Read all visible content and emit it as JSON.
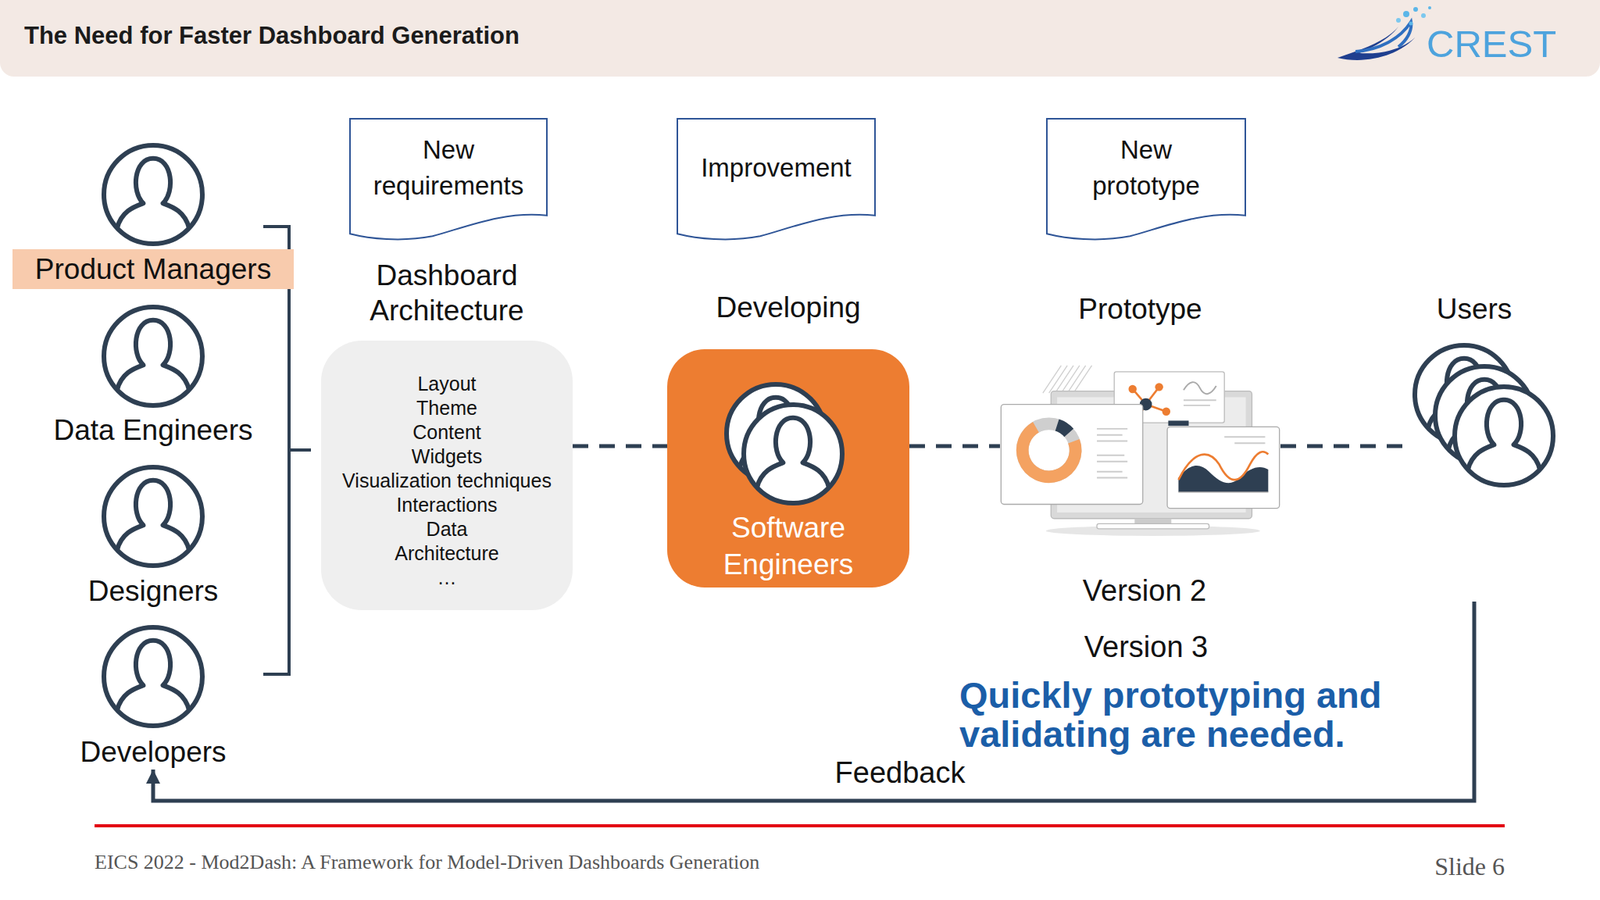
{
  "diagram": {
    "title": "The Need for Faster Dashboard Generation",
    "nodes": [
      {
        "text": [
          "Product Managers"
        ]
      },
      {
        "text": [
          "Data Engineers"
        ]
      },
      {
        "text": [
          "Designers"
        ]
      },
      {
        "text": [
          "Developers"
        ]
      },
      {
        "text": [
          "New requirements"
        ]
      },
      {
        "text": [
          "Improvement"
        ]
      },
      {
        "text": [
          "New prototype"
        ]
      },
      {
        "text": [
          "Dashboard Architecture",
          "Layout",
          "Theme",
          "Content",
          "Widgets",
          "Visualization techniques",
          "Interactions",
          "Data",
          "Architecture",
          "…"
        ]
      },
      {
        "text": [
          "Developing",
          "Software Engineers"
        ]
      },
      {
        "text": [
          "Prototype"
        ]
      },
      {
        "text": [
          "Users"
        ]
      }
    ],
    "edges": [
      {
        "from": 7,
        "to": 8,
        "arrow": "none"
      },
      {
        "from": 8,
        "to": 9,
        "arrow": "none"
      },
      {
        "from": 9,
        "to": 10,
        "arrow": "none"
      },
      {
        "from": 10,
        "to": 3,
        "label": "Feedback",
        "arrow": "to"
      }
    ],
    "labels": [
      "CREST",
      "Version 2",
      "Version 3",
      "Quickly prototyping and validating are needed.",
      "EICS 2022 - Mod2Dash: A Framework for Model-Driven Dashboards Generation",
      "Slide 6"
    ]
  }
}
